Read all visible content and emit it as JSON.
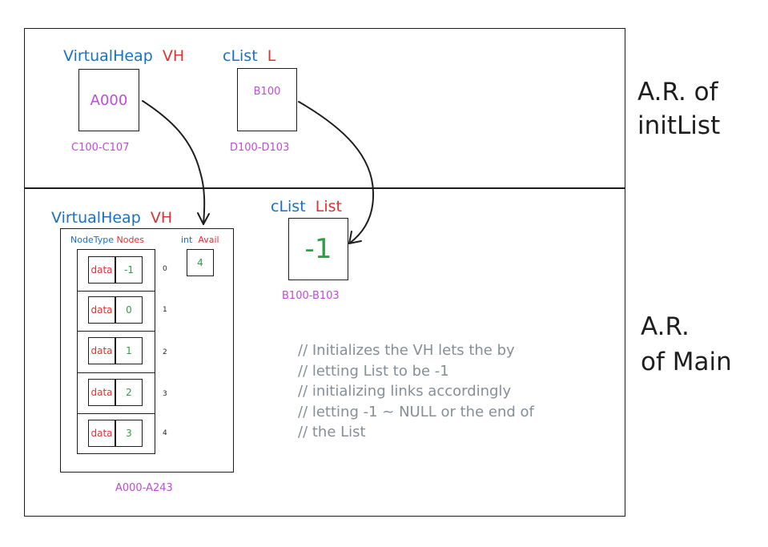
{
  "colors": {
    "type": "#1971c2",
    "name": "#e03131",
    "address": "#be4bdb",
    "value": "#2f9e44",
    "comment": "#868e96",
    "stroke": "#1e1e1e"
  },
  "init_frame": {
    "label_line1": "A.R. of",
    "label_line2": "initList",
    "vh": {
      "type": "VirtualHeap",
      "name": "VH",
      "value": "A000",
      "address": "C100-C107"
    },
    "list": {
      "type": "cList",
      "name": "L",
      "value": "B100",
      "address": "D100-D103"
    }
  },
  "main_frame": {
    "label_line1": "A.R.",
    "label_line2": "of Main",
    "vh": {
      "type": "VirtualHeap",
      "name": "VH",
      "address": "A000-A243",
      "nodes_type": "NodeType",
      "nodes_name": "Nodes",
      "avail_type": "int",
      "avail_name": "Avail",
      "avail_value": "4",
      "rows": [
        {
          "data": "data",
          "link": "-1",
          "index": "0"
        },
        {
          "data": "data",
          "link": "0",
          "index": "1"
        },
        {
          "data": "data",
          "link": "1",
          "index": "2"
        },
        {
          "data": "data",
          "link": "2",
          "index": "3"
        },
        {
          "data": "data",
          "link": "3",
          "index": "4"
        }
      ]
    },
    "list": {
      "type": "cList",
      "name": "List",
      "value": "-1",
      "address": "B100-B103"
    },
    "comment": [
      "// Initializes the VH lets the by",
      "// letting List to be -1",
      "// initializing links accordingly",
      "// letting -1 ~ NULL or the end of",
      "// the List"
    ]
  }
}
